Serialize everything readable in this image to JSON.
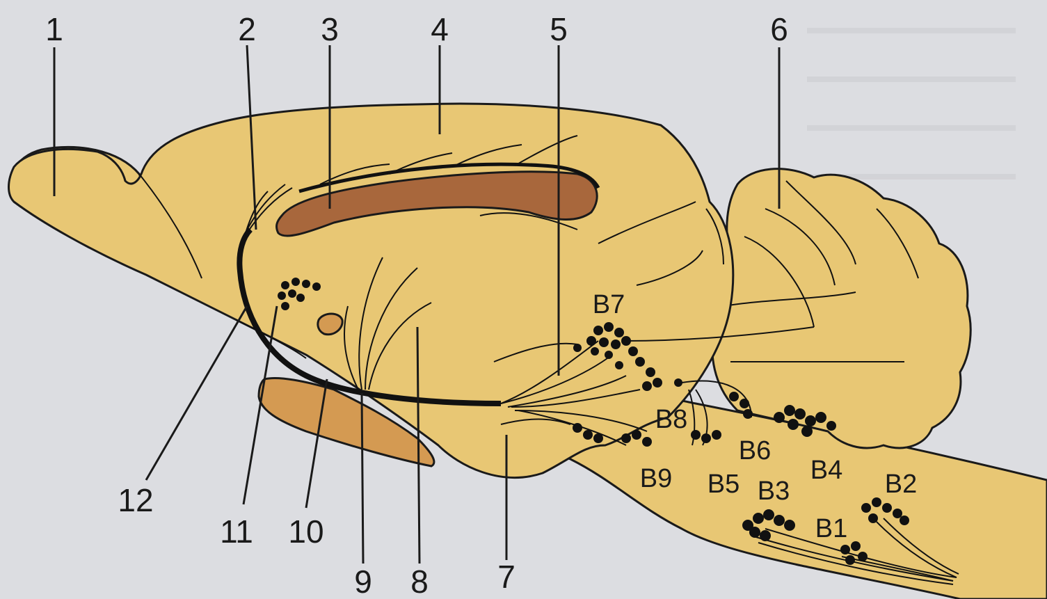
{
  "diagram": {
    "number_labels": [
      "1",
      "2",
      "3",
      "4",
      "5",
      "6",
      "7",
      "8",
      "9",
      "10",
      "11",
      "12"
    ],
    "nucleus_labels": [
      "B1",
      "B2",
      "B3",
      "B4",
      "B5",
      "B6",
      "B7",
      "B8",
      "B9"
    ],
    "colors": {
      "background": "#dcdde1",
      "brain_tissue": "#e8c774",
      "corpus_callosum": "#a8673c",
      "ventral_structure": "#d49a52",
      "fibers": "#111111"
    }
  }
}
